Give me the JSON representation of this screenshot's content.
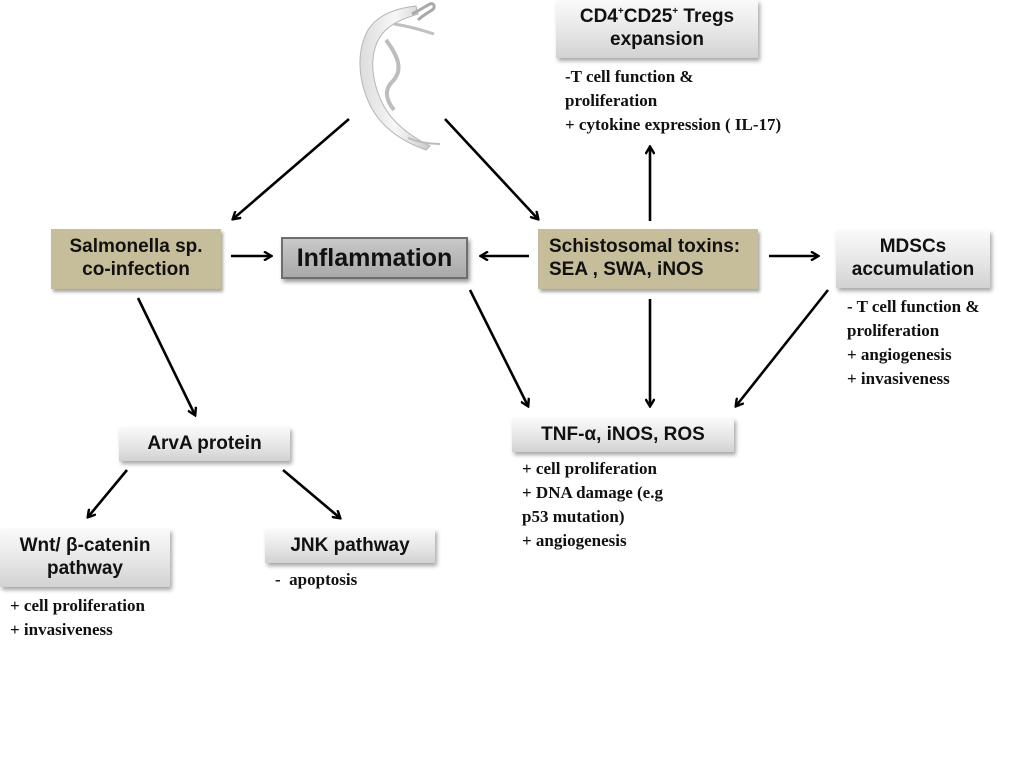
{
  "figure": {
    "parasite_image": "schistosome-worm-illustration",
    "nodes": {
      "tregs": {
        "line1_a": "CD4",
        "sup1": "+",
        "line1_b": "CD25",
        "sup2": "+",
        "line1_c": " Tregs",
        "line2": "expansion"
      },
      "salmonella": {
        "line1": "Salmonella sp.",
        "line2": "co-infection"
      },
      "inflammation": {
        "label": "Inflammation"
      },
      "toxins": {
        "line1": "Schistosomal toxins:",
        "line2": "SEA , SWA, iNOS"
      },
      "mdscs": {
        "line1": "MDSCs",
        "line2": "accumulation"
      },
      "arva": {
        "label": "ArvA protein"
      },
      "tnf": {
        "label": "TNF-α, iNOS, ROS"
      },
      "wnt": {
        "line1": "Wnt/ β-catenin",
        "line2": "pathway"
      },
      "jnk": {
        "label": "JNK pathway"
      }
    },
    "notes": {
      "tregs": [
        "-T cell function &",
        "proliferation",
        "+ cytokine expression ( IL-17)"
      ],
      "mdscs": [
        "- T cell function &",
        "proliferation",
        "+ angiogenesis",
        "+ invasiveness"
      ],
      "tnf": [
        "+ cell proliferation",
        "+ DNA damage (e.g",
        "p53 mutation)",
        "+ angiogenesis"
      ],
      "wnt": [
        "+ cell proliferation",
        "+ invasiveness"
      ],
      "jnk": [
        "-  apoptosis"
      ]
    },
    "edges": [
      {
        "from": "parasite",
        "to": "salmonella"
      },
      {
        "from": "parasite",
        "to": "toxins"
      },
      {
        "from": "salmonella",
        "to": "inflammation"
      },
      {
        "from": "toxins",
        "to": "inflammation"
      },
      {
        "from": "toxins",
        "to": "tregs"
      },
      {
        "from": "toxins",
        "to": "mdscs"
      },
      {
        "from": "toxins",
        "to": "tnf"
      },
      {
        "from": "inflammation",
        "to": "tnf"
      },
      {
        "from": "mdscs",
        "to": "tnf"
      },
      {
        "from": "salmonella",
        "to": "arva"
      },
      {
        "from": "arva",
        "to": "wnt"
      },
      {
        "from": "arva",
        "to": "jnk"
      }
    ],
    "colors": {
      "tan_box": "#c6bd9a",
      "inflammation_box": "#a9a9a9",
      "arrow": "#000000"
    }
  }
}
